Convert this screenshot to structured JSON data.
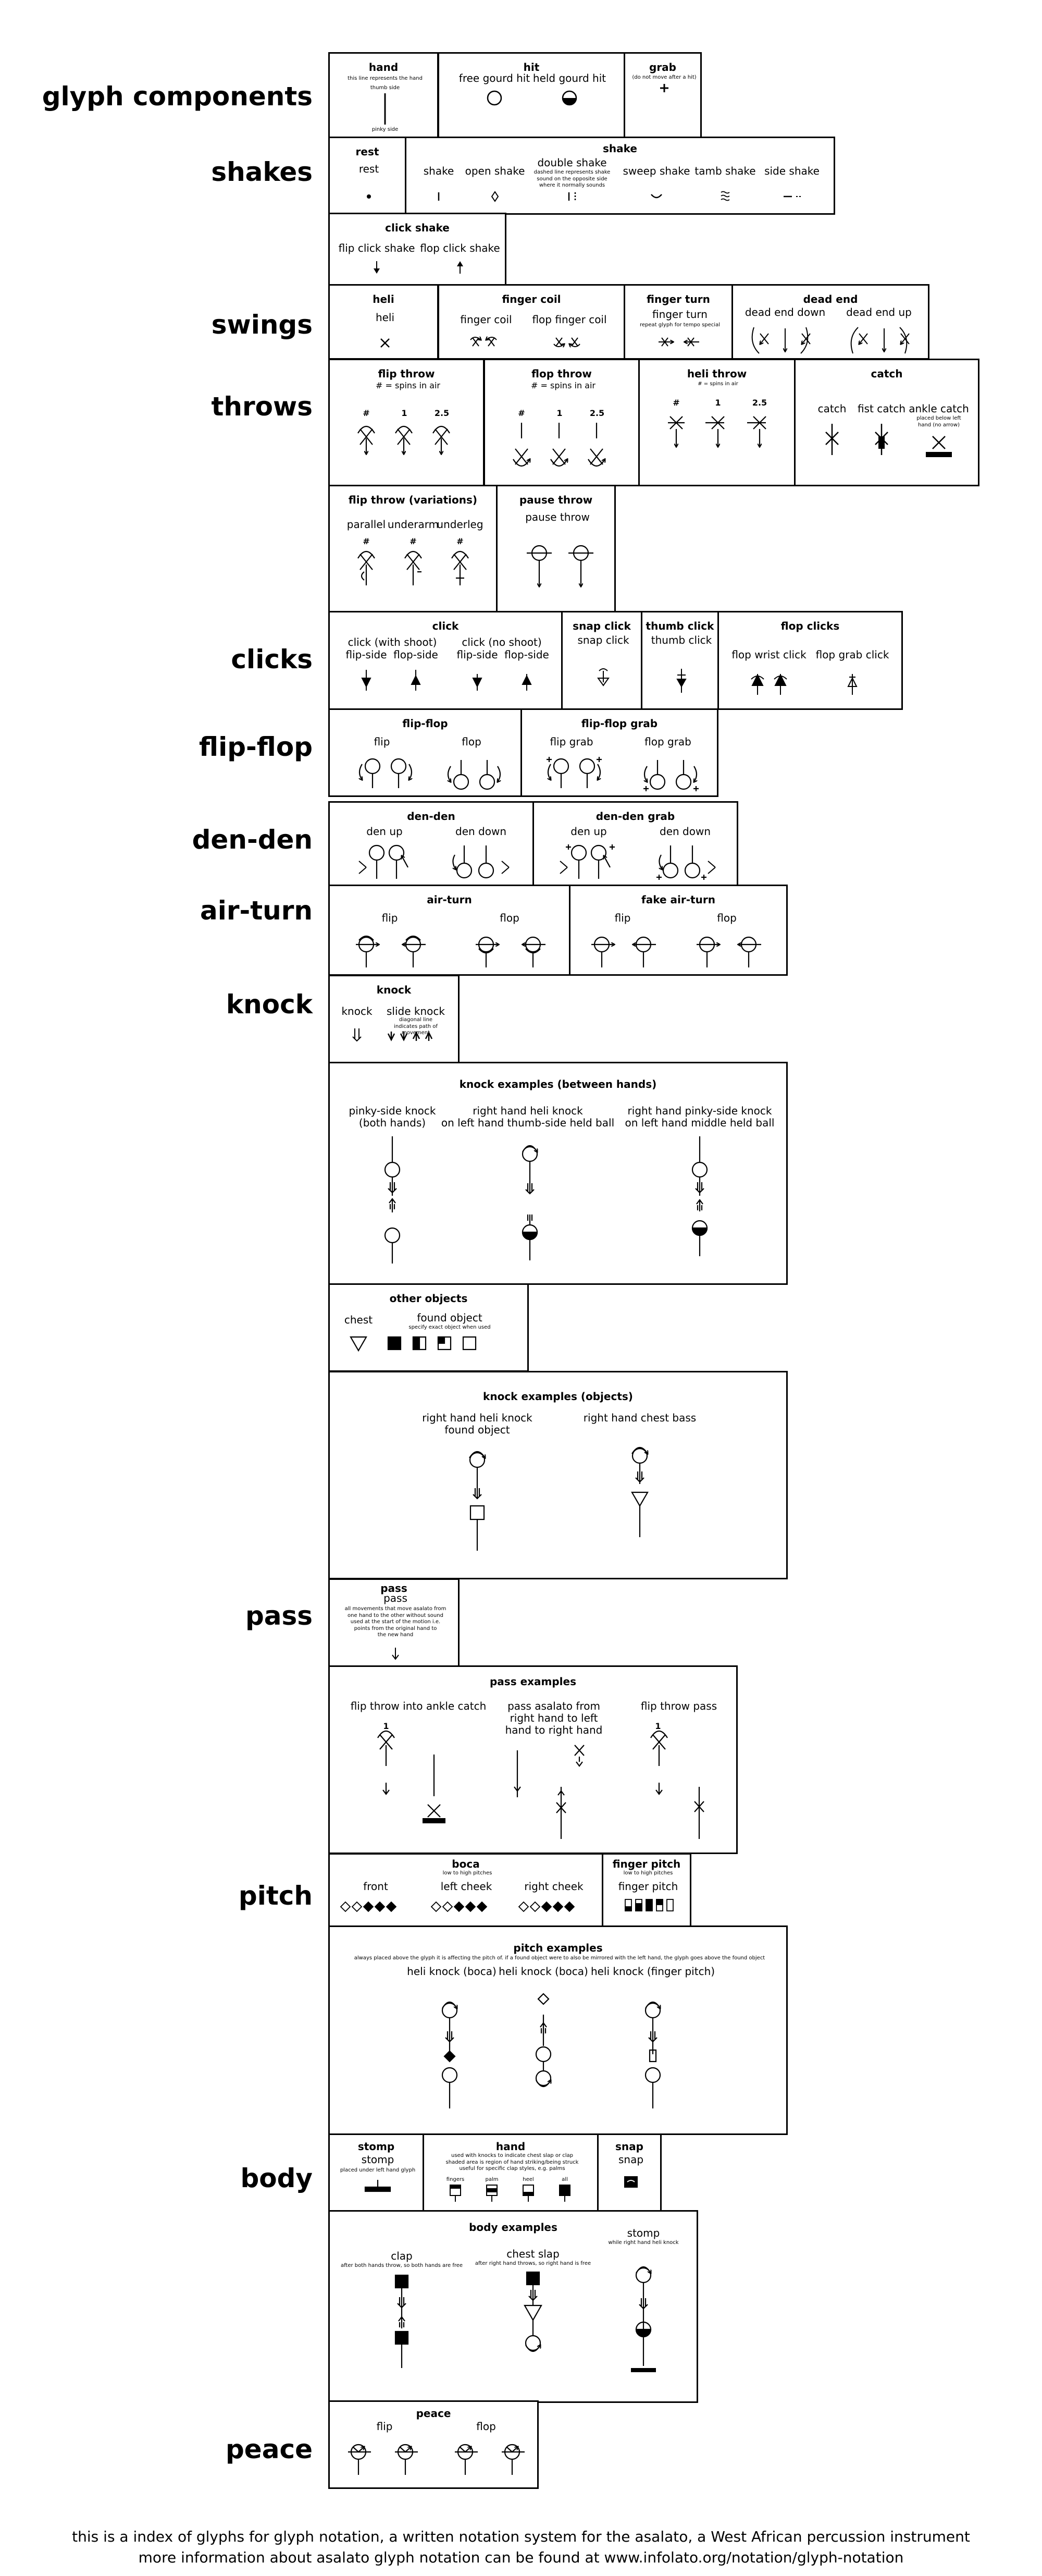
{
  "rows": {
    "glyph_components": "glyph components",
    "shakes": "shakes",
    "swings": "swings",
    "throws": "throws",
    "clicks": "clicks",
    "flip_flop": "flip-flop",
    "den_den": "den-den",
    "air_turn": "air-turn",
    "knock": "knock",
    "pass": "pass",
    "pitch": "pitch",
    "body": "body",
    "peace": "peace"
  },
  "hand": {
    "title": "hand",
    "note": "this line represents the hand",
    "thumb": "thumb side",
    "pinky": "pinky side"
  },
  "hit": {
    "title": "hit",
    "free": "free gourd hit",
    "held": "held gourd hit"
  },
  "grab": {
    "title": "grab",
    "note": "(do not move after a hit)"
  },
  "rest": {
    "title": "rest",
    "label": "rest"
  },
  "shake": {
    "title": "shake",
    "shake": "shake",
    "open": "open shake",
    "double": "double shake",
    "double_note": "dashed line represents shake sound on the opposite side where it normally sounds",
    "sweep": "sweep shake",
    "tamb": "tamb shake",
    "side": "side shake"
  },
  "click_shake": {
    "title": "click shake",
    "flip": "flip click shake",
    "flop": "flop click shake"
  },
  "heli": {
    "title": "heli",
    "label": "heli"
  },
  "finger_coil": {
    "title": "finger coil",
    "a": "finger coil",
    "b": "flop finger coil"
  },
  "finger_turn": {
    "title": "finger turn",
    "label": "finger turn",
    "note": "repeat glyph for tempo special"
  },
  "dead_end": {
    "title": "dead end",
    "down": "dead end down",
    "up": "dead end up"
  },
  "flip_throw": {
    "title": "flip throw",
    "sub": "# = spins in air",
    "n1": "#",
    "n2": "1",
    "n3": "2.5"
  },
  "flop_throw": {
    "title": "flop throw",
    "sub": "# = spins in air",
    "n1": "#",
    "n2": "1",
    "n3": "2.5"
  },
  "heli_throw": {
    "title": "heli throw",
    "sub": "# = spins in air",
    "n1": "#",
    "n2": "1",
    "n3": "2.5"
  },
  "catch": {
    "title": "catch",
    "catch": "catch",
    "fist": "fist catch",
    "ankle": "ankle catch",
    "ankle_note": "placed below left hand (no arrow)"
  },
  "flip_throw_var": {
    "title": "flip throw (variations)",
    "parallel": "parallel",
    "underarm": "underarm",
    "underleg": "underleg",
    "n": "#"
  },
  "pause_throw": {
    "title": "pause throw",
    "label": "pause throw"
  },
  "click": {
    "title": "click",
    "with": "click (with shoot)",
    "without": "click (no shoot)",
    "flip": "flip-side",
    "flop": "flop-side"
  },
  "snap_click": {
    "title": "snap click",
    "label": "snap click"
  },
  "thumb_click": {
    "title": "thumb click",
    "label": "thumb click"
  },
  "flop_clicks": {
    "title": "flop clicks",
    "wrist": "flop wrist click",
    "grab": "flop grab click"
  },
  "flip_flop": {
    "title": "flip-flop",
    "flip": "flip",
    "flop": "flop"
  },
  "flip_flop_grab": {
    "title": "flip-flop grab",
    "flip": "flip grab",
    "flop": "flop grab"
  },
  "den_den": {
    "title": "den-den",
    "up": "den up",
    "down": "den down"
  },
  "den_den_grab": {
    "title": "den-den grab",
    "up": "den up",
    "down": "den down"
  },
  "air_turn": {
    "title": "air-turn",
    "flip": "flip",
    "flop": "flop"
  },
  "fake_air_turn": {
    "title": "fake air-turn",
    "flip": "flip",
    "flop": "flop"
  },
  "knock": {
    "title": "knock",
    "knock": "knock",
    "slide": "slide knock",
    "slide_note": "diagonal line indicates path of movement"
  },
  "knock_ex": {
    "title": "knock examples (between hands)",
    "a": "pinky-side knock\n(both hands)",
    "b": "right hand heli knock\non left hand thumb-side held ball",
    "c": "right hand pinky-side knock\non left hand middle held ball"
  },
  "other_objects": {
    "title": "other objects",
    "chest": "chest",
    "found": "found object",
    "found_note": "specify exact object when used"
  },
  "knock_obj": {
    "title": "knock examples (objects)",
    "a": "right hand heli knock\nfound object",
    "b": "right hand chest bass"
  },
  "pass": {
    "title": "pass",
    "label": "pass",
    "note": "all movements that move asalato from\none hand to the other without sound\nused at the start of the motion i.e.\npoints from the original hand to\nthe new hand"
  },
  "pass_ex": {
    "title": "pass examples",
    "a": "flip throw into ankle catch",
    "b": "pass asalato from\nright hand to left\nhand to right hand",
    "c": "flip throw pass",
    "n": "1"
  },
  "boca": {
    "title": "boca",
    "sub": "low to high pitches",
    "front": "front",
    "left": "left cheek",
    "right": "right cheek"
  },
  "finger_pitch": {
    "title": "finger pitch",
    "sub": "low to high pitches",
    "label": "finger pitch"
  },
  "pitch_ex": {
    "title": "pitch examples",
    "note": "always placed above the glyph it is affecting the pitch of. if a found object were to also be mirrored with the left hand, the glyph goes above the found object",
    "a": "heli knock (boca)",
    "b": "heli knock (boca)",
    "c": "heli knock (finger pitch)"
  },
  "stomp": {
    "title": "stomp",
    "label": "stomp",
    "note": "placed under left hand glyph"
  },
  "hand_body": {
    "title": "hand",
    "note": "used with knocks to indicate chest slap or clap\nshaded area is region of hand striking/being struck\nuseful for specific clap styles, e.g. palms",
    "fingers": "fingers",
    "palm": "palm",
    "heel": "heel",
    "all": "all"
  },
  "snap": {
    "title": "snap",
    "label": "snap"
  },
  "body_ex": {
    "title": "body examples",
    "clap": "clap",
    "clap_note": "after both hands throw, so both hands are free",
    "chest": "chest slap",
    "chest_note": "after right hand throws, so right hand is free",
    "stomp": "stomp",
    "stomp_note": "while right hand heli knock"
  },
  "peace": {
    "title": "peace",
    "flip": "flip",
    "flop": "flop"
  },
  "footer": {
    "line1": "this is a index of glyphs for glyph notation, a written notation system for the asalato, a West African percussion instrument",
    "line2": "more information about asalato glyph notation can be found at  www.infolato.org/notation/glyph-notation"
  }
}
